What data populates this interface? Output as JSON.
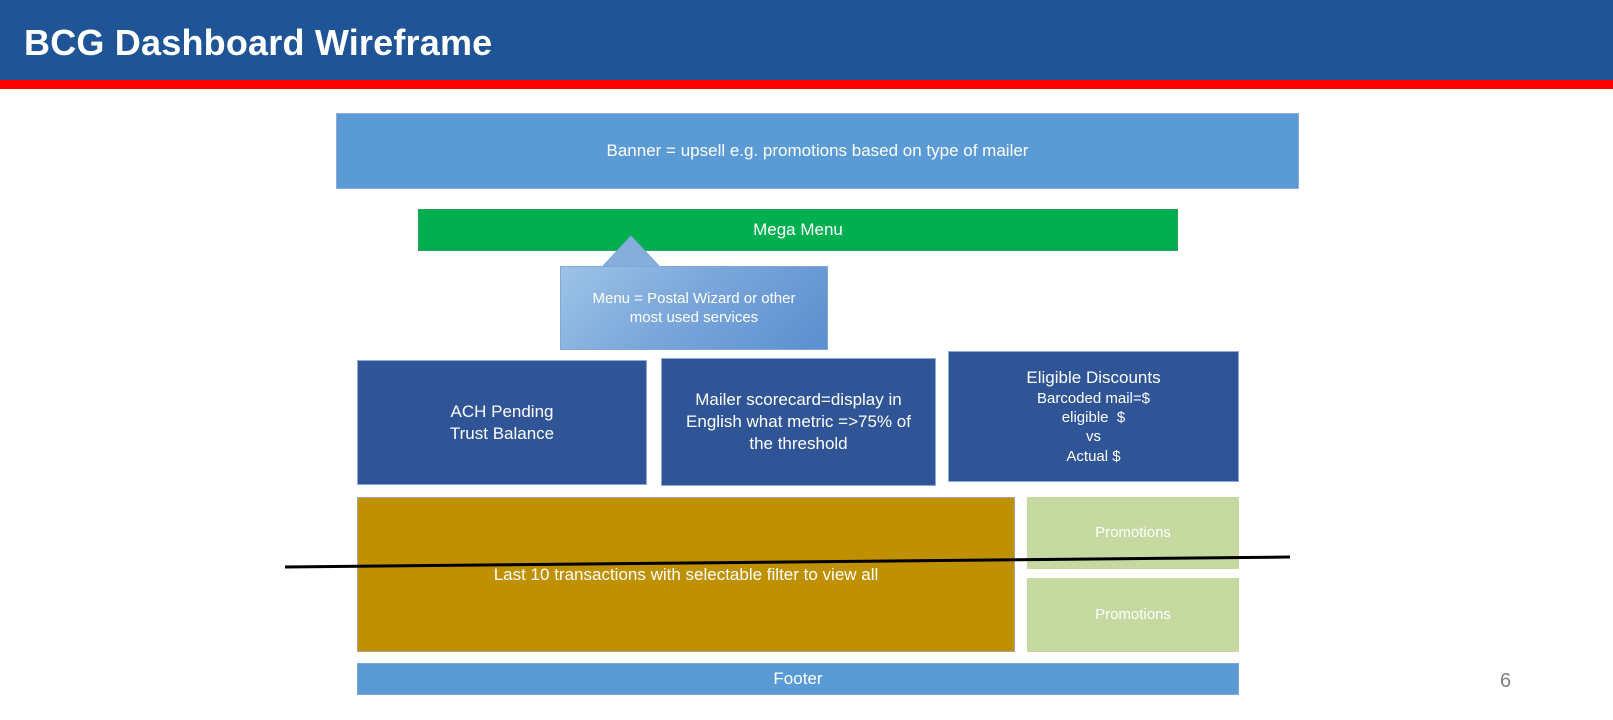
{
  "slide": {
    "title": "BCG Dashboard Wireframe",
    "page_number": "6",
    "title_bar_color": "#1F5597",
    "accent_rule_color": "#FF0000",
    "background_color": "#FFFFFF"
  },
  "wireframe": {
    "banner": {
      "label": "Banner = upsell e.g. promotions based on type of mailer",
      "color": "#5B9BD5"
    },
    "mega_menu": {
      "label": "Mega Menu",
      "color": "#00B050"
    },
    "menu_callout": {
      "line1": "Menu = Postal Wizard or other",
      "line2": "most used services",
      "color": "#7BA7DB"
    },
    "ach_panel": {
      "line1": "ACH Pending",
      "line2": "Trust Balance",
      "color": "#2F5597"
    },
    "scorecard_panel": {
      "line1": "Mailer scorecard=display in",
      "line2": "English what metric =>75% of",
      "line3": "the threshold",
      "color": "#2F5597"
    },
    "discounts_panel": {
      "headline": "Eligible Discounts",
      "line1": "Barcoded mail=$",
      "line2": "eligible  $",
      "line3": "vs",
      "line4": "Actual $",
      "color": "#2F5597"
    },
    "transactions_panel": {
      "label": "Last 10 transactions with selectable filter to view all",
      "color": "#BF9000"
    },
    "promotions_top": {
      "label": "Promotions",
      "color": "#C5D9A0"
    },
    "promotions_bottom": {
      "label": "Promotions",
      "color": "#C5D9A0"
    },
    "footer": {
      "label": "Footer",
      "color": "#5B9BD5"
    },
    "connector_line": {
      "color": "#000000"
    }
  }
}
